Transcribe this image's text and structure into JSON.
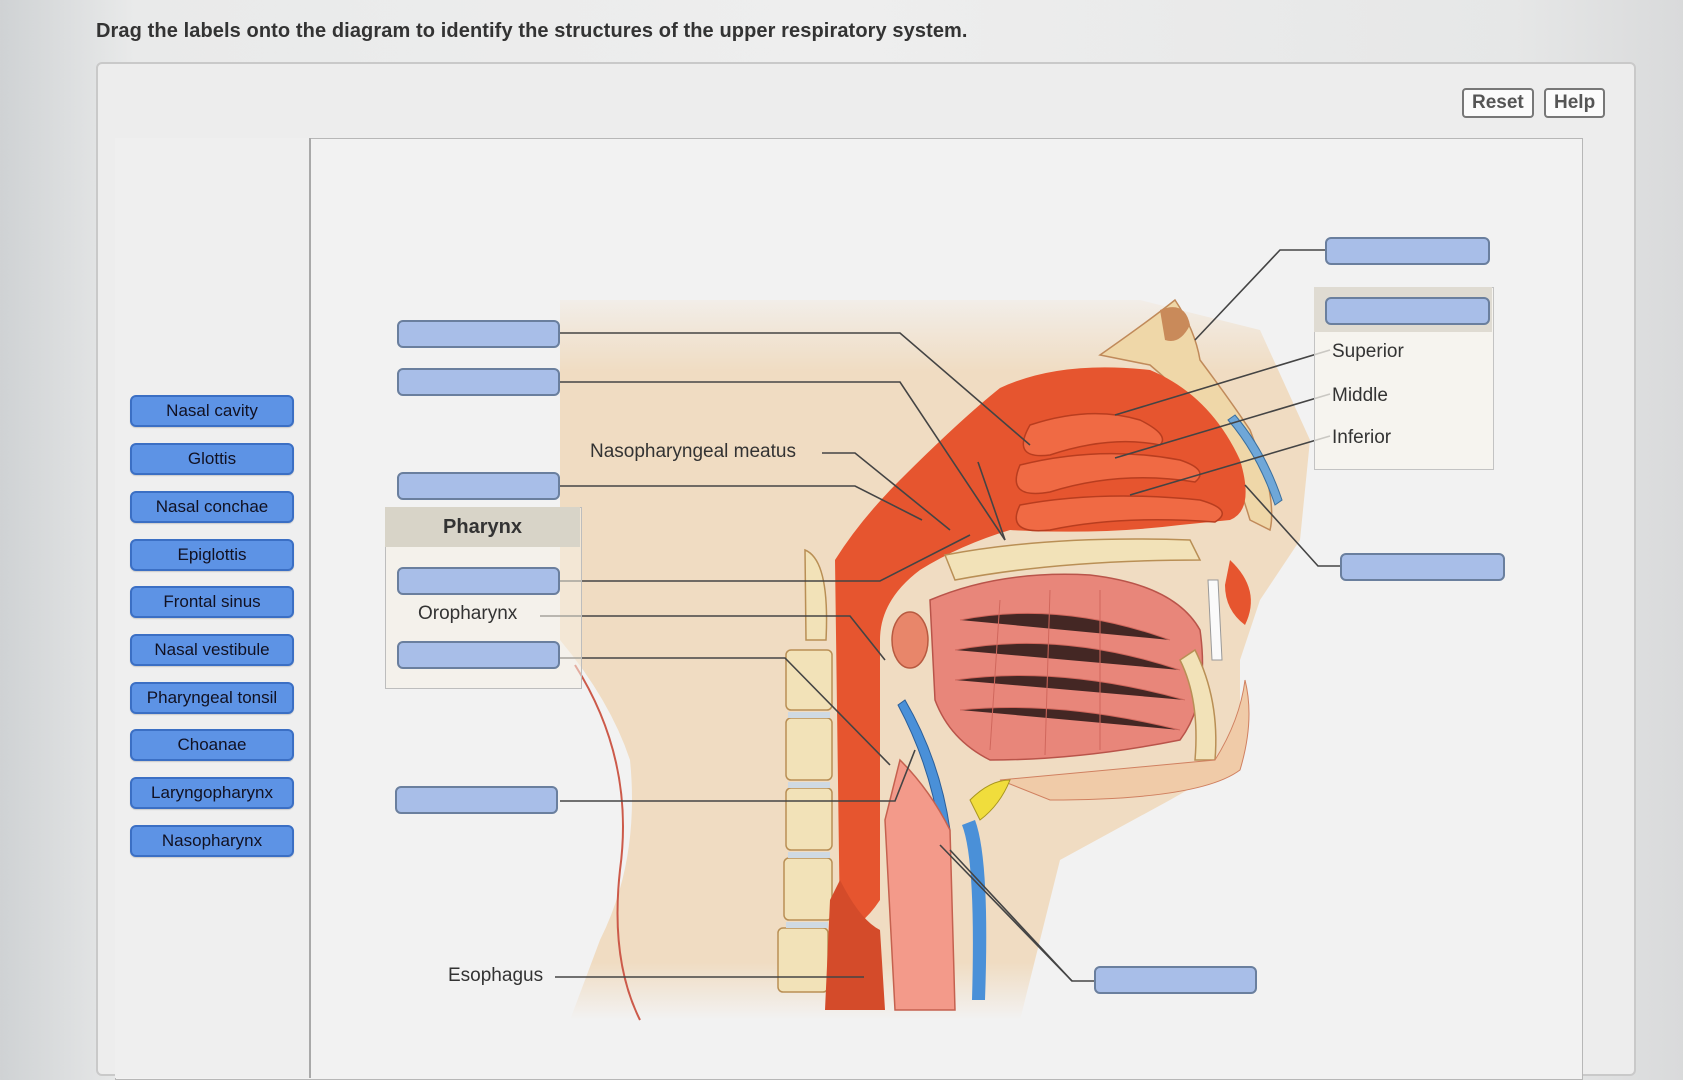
{
  "instructions": "Drag the labels onto the diagram to identify the structures of the upper respiratory system.",
  "toolbar": {
    "reset_label": "Reset",
    "help_label": "Help"
  },
  "label_bank": [
    "Nasal cavity",
    "Glottis",
    "Nasal conchae",
    "Epiglottis",
    "Frontal sinus",
    "Nasal vestibule",
    "Pharyngeal tonsil",
    "Choanae",
    "Laryngopharynx",
    "Nasopharynx"
  ],
  "diagram": {
    "pharynx_header": "Pharynx",
    "oropharynx": "Oropharynx",
    "nasopharyngeal_meatus": "Nasopharyngeal meatus",
    "esophagus": "Esophagus",
    "conchae_levels": [
      "Superior",
      "Middle",
      "Inferior"
    ]
  },
  "colors": {
    "chip_fill": "#5d93e5",
    "drop_target_fill": "#a8bee8",
    "tissue_red": "#e6552f",
    "muscle_pink": "#e88a80",
    "skin_beige": "#efd9bf"
  }
}
